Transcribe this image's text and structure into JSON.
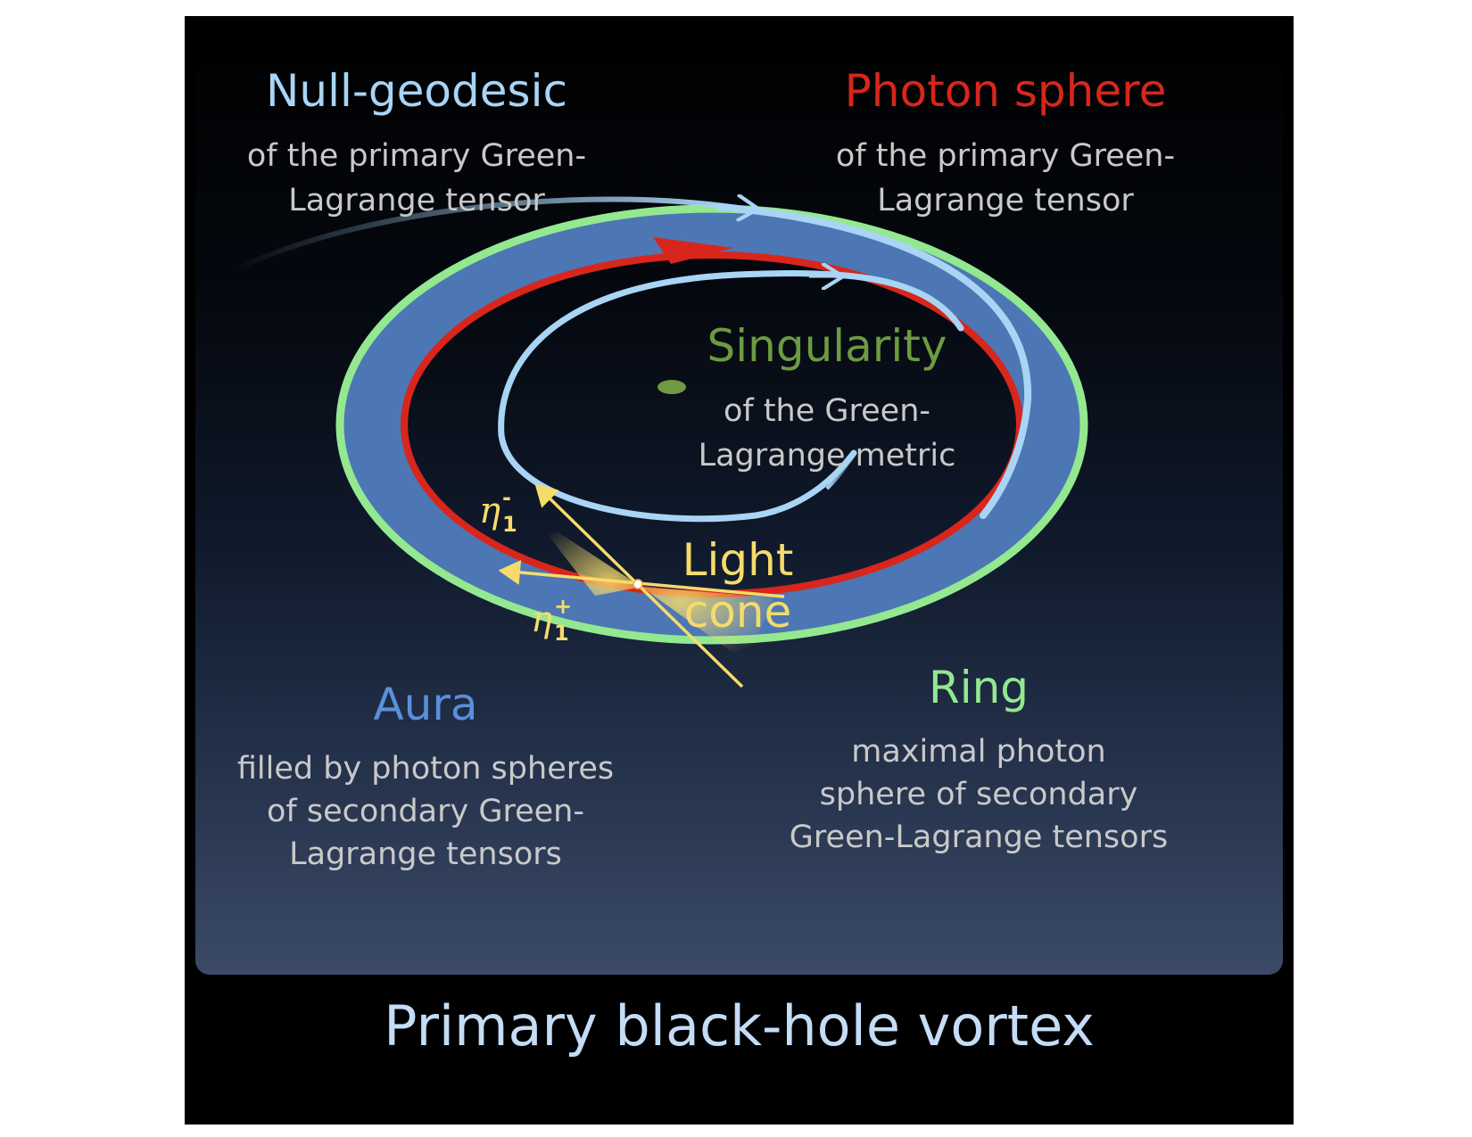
{
  "labels": {
    "null_geodesic": {
      "title": "Null-geodesic",
      "desc": "of the primary Green-\nLagrange tensor"
    },
    "photon_sphere": {
      "title": "Photon sphere",
      "desc": "of the primary Green-\nLagrange tensor"
    },
    "singularity": {
      "title": "Singularity",
      "desc": "of the Green-\nLagrange metric"
    },
    "light_cone": {
      "title": "Light cone"
    },
    "aura": {
      "title": "Aura",
      "desc": "filled by photon spheres\nof secondary Green-\nLagrange tensors"
    },
    "ring": {
      "title": "Ring",
      "desc": "maximal photon\nsphere of secondary\nGreen-Lagrange tensors"
    },
    "eta_minus": {
      "base": "η",
      "sub": "1",
      "sup": "-"
    },
    "eta_plus": {
      "base": "η",
      "sub": "1",
      "sup": "+"
    }
  },
  "footer": {
    "title": "Primary black-hole vortex"
  },
  "colors": {
    "null_geodesic": "#a9d4f5",
    "photon_sphere": "#d8261c",
    "singularity": "#6e9a41",
    "light_cone": "#f5db6b",
    "aura": "#4c77b4",
    "ring": "#93e890",
    "text_grey": "#c9c9c9",
    "footer": "#c4dcf5"
  }
}
